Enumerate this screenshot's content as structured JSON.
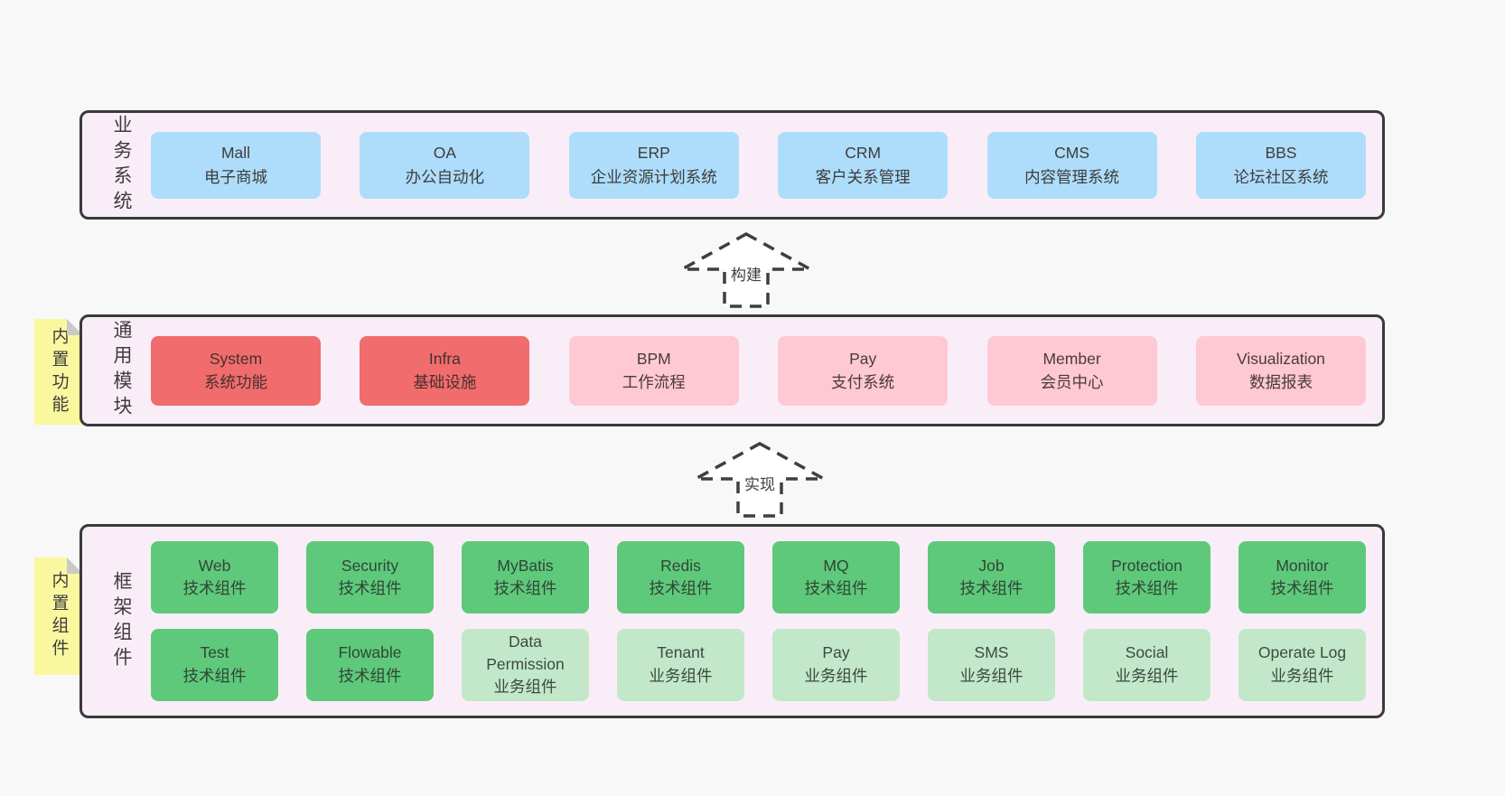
{
  "colors": {
    "page_background": "#f8f8f8",
    "panel_background": "#f9eef7",
    "panel_border": "#3a3a3a",
    "blue_box": "#aeddfb",
    "red_box": "#f16c6c",
    "pink_box": "#fec9d3",
    "green_box": "#5fc97b",
    "light_green_box": "#c2e8c9",
    "sticky_note": "#faf89f"
  },
  "arrows": {
    "build": {
      "label": "构建"
    },
    "implement": {
      "label": "实现"
    }
  },
  "sections": {
    "business": {
      "label": "业务系统",
      "boxes": [
        {
          "title": "Mall",
          "subtitle": "电子商城"
        },
        {
          "title": "OA",
          "subtitle": "办公自动化"
        },
        {
          "title": "ERP",
          "subtitle": "企业资源计划系统"
        },
        {
          "title": "CRM",
          "subtitle": "客户关系管理"
        },
        {
          "title": "CMS",
          "subtitle": "内容管理系统"
        },
        {
          "title": "BBS",
          "subtitle": "论坛社区系统"
        }
      ]
    },
    "modules": {
      "label": "通用模块",
      "sticky": "内置功能",
      "boxes": [
        {
          "title": "System",
          "subtitle": "系统功能",
          "variant": "red"
        },
        {
          "title": "Infra",
          "subtitle": "基础设施",
          "variant": "red"
        },
        {
          "title": "BPM",
          "subtitle": "工作流程",
          "variant": "pink"
        },
        {
          "title": "Pay",
          "subtitle": "支付系统",
          "variant": "pink"
        },
        {
          "title": "Member",
          "subtitle": "会员中心",
          "variant": "pink"
        },
        {
          "title": "Visualization",
          "subtitle": "数据报表",
          "variant": "pink"
        }
      ]
    },
    "components": {
      "label": "框架组件",
      "sticky": "内置组件",
      "row1": [
        {
          "title": "Web",
          "subtitle": "技术组件",
          "variant": "green"
        },
        {
          "title": "Security",
          "subtitle": "技术组件",
          "variant": "green"
        },
        {
          "title": "MyBatis",
          "subtitle": "技术组件",
          "variant": "green"
        },
        {
          "title": "Redis",
          "subtitle": "技术组件",
          "variant": "green"
        },
        {
          "title": "MQ",
          "subtitle": "技术组件",
          "variant": "green"
        },
        {
          "title": "Job",
          "subtitle": "技术组件",
          "variant": "green"
        },
        {
          "title": "Protection",
          "subtitle": "技术组件",
          "variant": "green"
        },
        {
          "title": "Monitor",
          "subtitle": "技术组件",
          "variant": "green"
        }
      ],
      "row2": [
        {
          "title": "Test",
          "subtitle": "技术组件",
          "variant": "green"
        },
        {
          "title": "Flowable",
          "subtitle": "技术组件",
          "variant": "green"
        },
        {
          "title": "Data Permission",
          "subtitle": "业务组件",
          "variant": "lightgreen"
        },
        {
          "title": "Tenant",
          "subtitle": "业务组件",
          "variant": "lightgreen"
        },
        {
          "title": "Pay",
          "subtitle": "业务组件",
          "variant": "lightgreen"
        },
        {
          "title": "SMS",
          "subtitle": "业务组件",
          "variant": "lightgreen"
        },
        {
          "title": "Social",
          "subtitle": "业务组件",
          "variant": "lightgreen"
        },
        {
          "title": "Operate Log",
          "subtitle": "业务组件",
          "variant": "lightgreen"
        }
      ]
    }
  }
}
